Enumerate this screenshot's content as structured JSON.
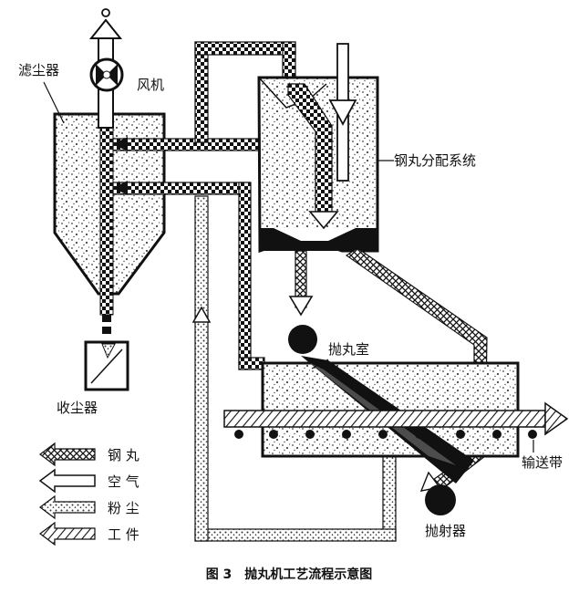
{
  "labels": {
    "dust_filter": "滤尘器",
    "fan": "风机",
    "shot_distribution": "钢丸分配系统",
    "blast_chamber": "抛丸室",
    "conveyor": "输送带",
    "dust_collector": "收尘器",
    "blast_wheel": "抛射器"
  },
  "legend": {
    "shot": "钢 丸",
    "air": "空 气",
    "dust": "粉 尘",
    "workpiece": "工 件"
  },
  "caption": "图 3　抛丸机工艺流程示意图",
  "colors": {
    "ink": "#111111",
    "paper": "#ffffff",
    "speckle": "#555555"
  }
}
